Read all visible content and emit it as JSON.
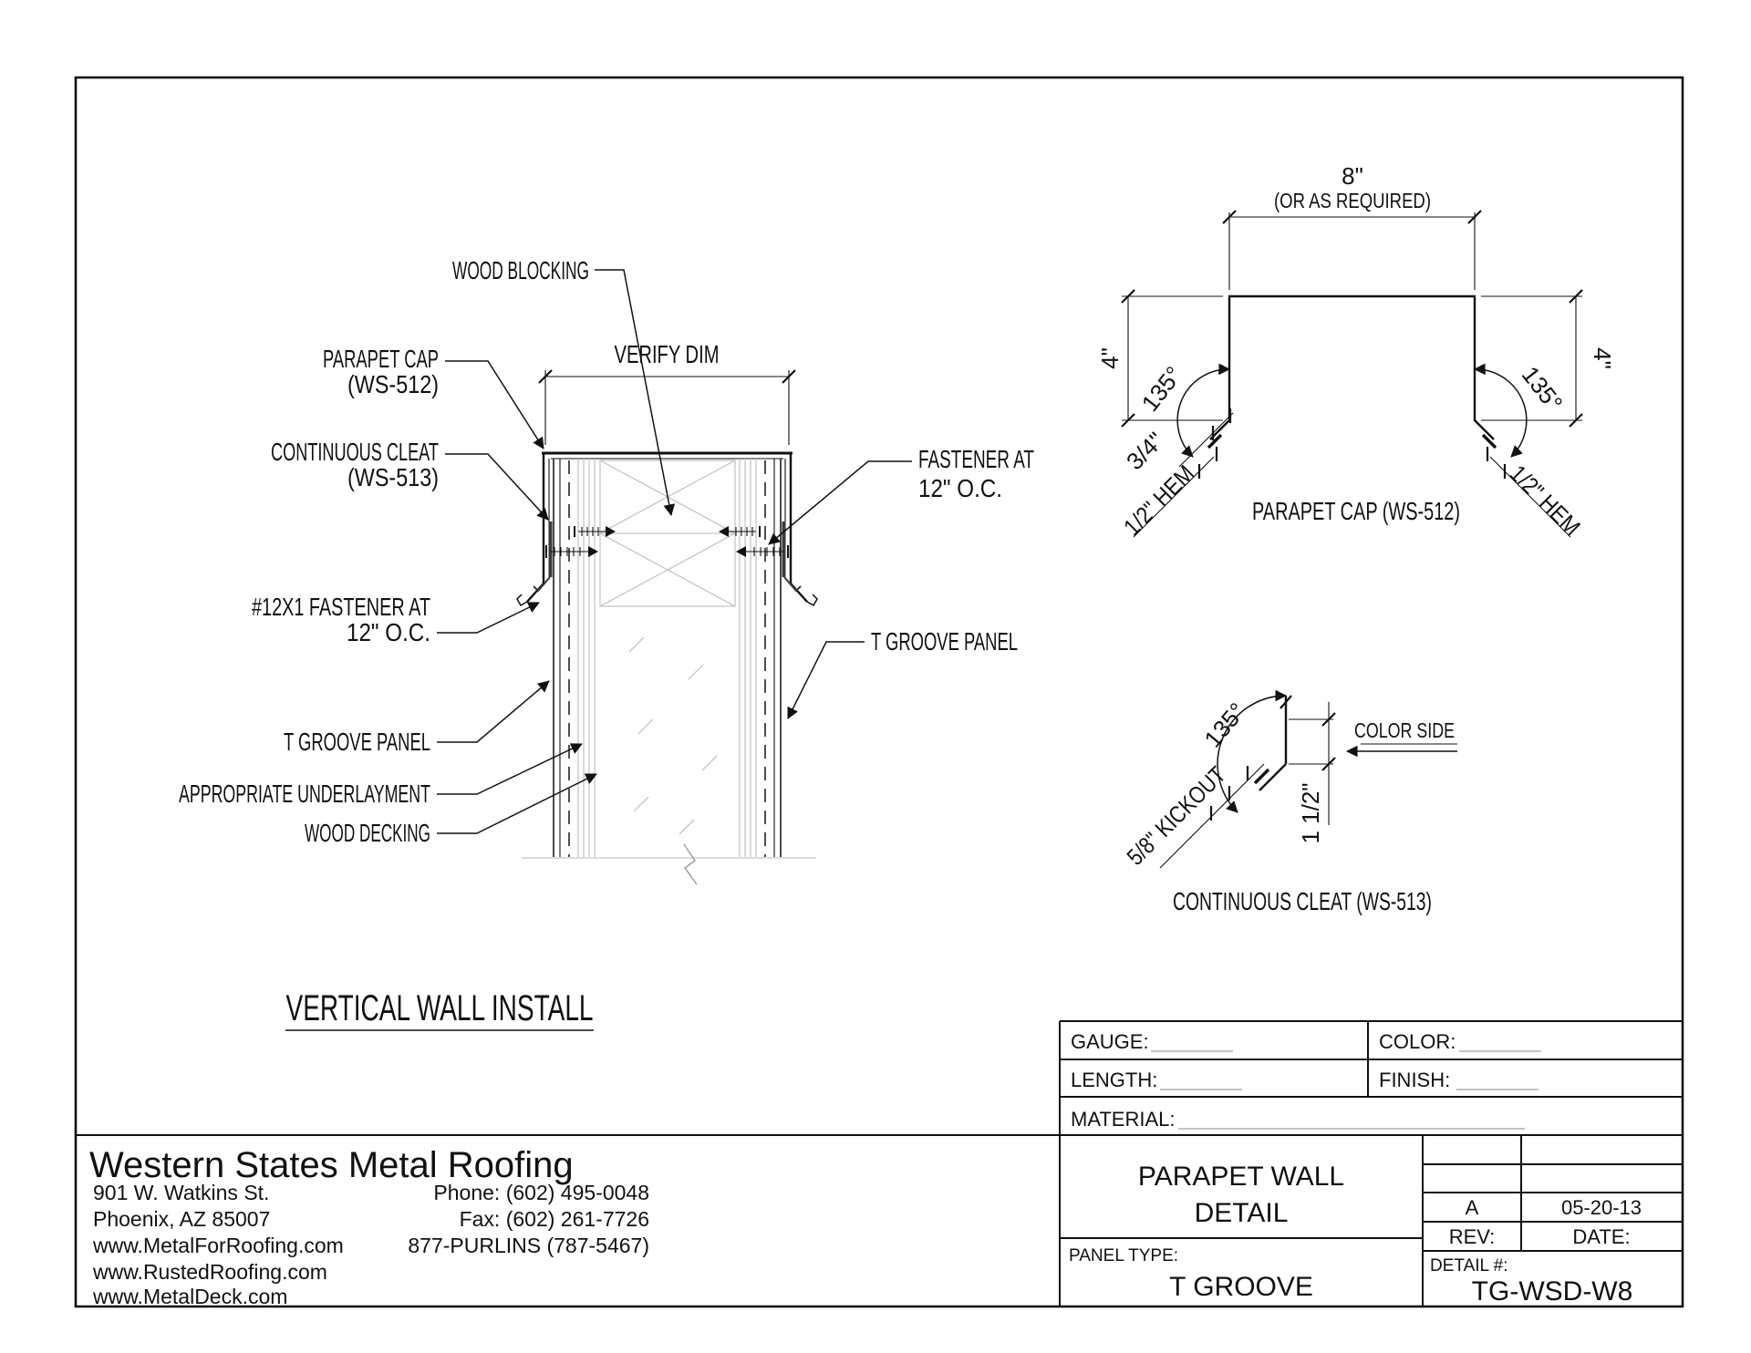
{
  "colors": {
    "ink": "#111111",
    "hatch_gray": "#c6c6c6",
    "blank_line_gray": "#b0b0b0"
  },
  "wall_section": {
    "verify_dim": "VERIFY DIM",
    "title": "VERTICAL WALL INSTALL",
    "labels": {
      "wood_blocking": "WOOD BLOCKING",
      "parapet_cap_l1": "PARAPET CAP",
      "parapet_cap_l2": "(WS-512)",
      "continuous_cleat_l1": "CONTINUOUS CLEAT",
      "continuous_cleat_l2": "(WS-513)",
      "fastener_12x1_l1": "#12X1 FASTENER AT",
      "fastener_12x1_l2": "12\" O.C.",
      "t_groove_panel_left": "T GROOVE PANEL",
      "underlayment": "APPROPRIATE UNDERLAYMENT",
      "wood_decking": "WOOD DECKING",
      "fastener_right_l1": "FASTENER AT",
      "fastener_right_l2": "12\" O.C.",
      "t_groove_panel_right": "T GROOVE PANEL"
    }
  },
  "cap_detail": {
    "width_dim": "8\"",
    "width_note": "(OR AS REQUIRED)",
    "leg_dim_left": "4\"",
    "leg_dim_right": "4\"",
    "angle_left": "135°",
    "angle_right": "135°",
    "kick_dim": "3/4\"",
    "hem_left": "1/2\" HEM",
    "hem_right": "1/2\" HEM",
    "caption": "PARAPET CAP (WS-512)"
  },
  "cleat_detail": {
    "angle": "135°",
    "kickout_dim": "5/8\" KICKOUT",
    "height_dim": "1 1/2\"",
    "color_side": "COLOR SIDE",
    "caption": "CONTINUOUS CLEAT (WS-513)"
  },
  "company": {
    "name": "Western States Metal Roofing",
    "address_line1": "901 W. Watkins St.",
    "address_line2": "Phoenix, AZ 85007",
    "website1": "www.MetalForRoofing.com",
    "website2": "www.RustedRoofing.com",
    "website3": "www.MetalDeck.com",
    "phone": "Phone: (602) 495-0048",
    "fax": "Fax: (602) 261-7726",
    "toll_free": "877-PURLINS (787-5467)"
  },
  "title_block": {
    "gauge_label": "GAUGE:",
    "color_label": "COLOR:",
    "length_label": "LENGTH:",
    "finish_label": "FINISH:",
    "material_label": "MATERIAL:",
    "sheet_title_line1": "PARAPET WALL",
    "sheet_title_line2": "DETAIL",
    "panel_type_label": "PANEL TYPE:",
    "panel_type_value": "T GROOVE",
    "rev_label": "REV:",
    "rev_value": "A",
    "date_label": "DATE:",
    "date_value": "05-20-13",
    "detail_label": "DETAIL #:",
    "detail_value": "TG-WSD-W8"
  }
}
